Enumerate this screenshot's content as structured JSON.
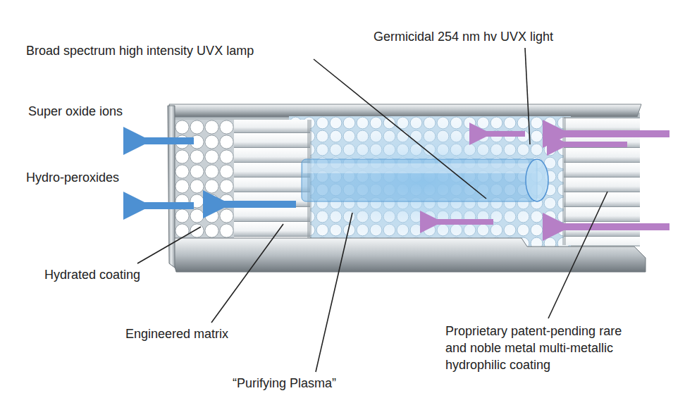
{
  "diagram": {
    "labels": [
      "Broad spectrum high intensity UVX lamp",
      "Germicidal 254 nm hv UVX light",
      "Super oxide ions",
      "Hydro-peroxides",
      "Hydrated coating",
      "Engineered matrix",
      "“Purifying Plasma”",
      "Proprietary patent-pending rare and noble metal multi-metallic hydrophilic coating"
    ]
  }
}
